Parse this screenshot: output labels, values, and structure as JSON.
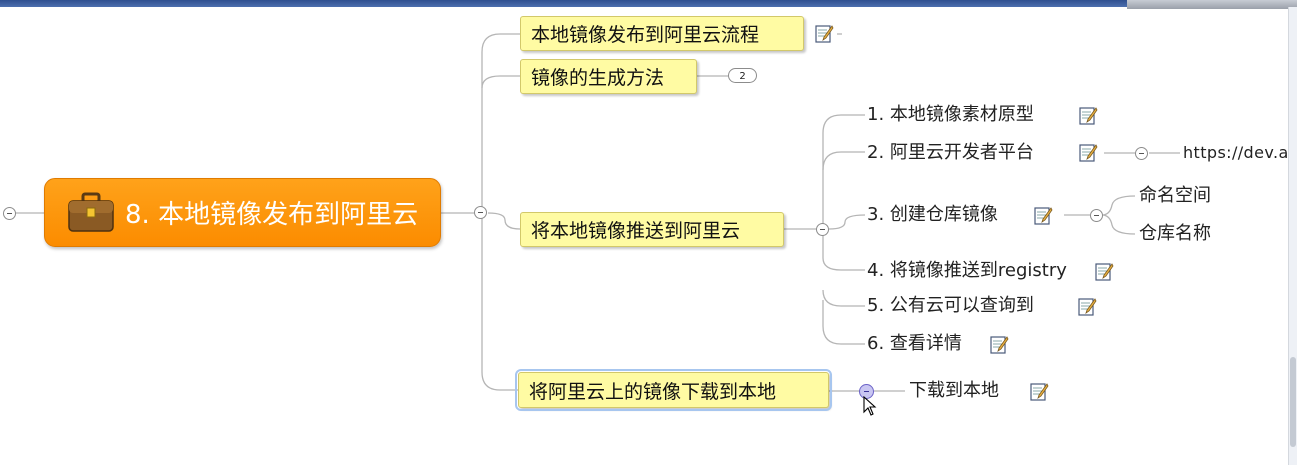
{
  "central": {
    "label": "8. 本地镜像发布到阿里云",
    "icon": "briefcase-icon"
  },
  "topics": {
    "t1": {
      "label": "本地镜像发布到阿里云流程",
      "has_note": true
    },
    "t2": {
      "label": "镜像的生成方法",
      "collapsed_count": "2"
    },
    "t3": {
      "label": "将本地镜像推送到阿里云",
      "subtopics": {
        "s1": "1. 本地镜像素材原型",
        "s2": "2. 阿里云开发者平台",
        "s2_child": "https://dev.a",
        "s3": "3. 创建仓库镜像",
        "s3_child1": "命名空间",
        "s3_child2": "仓库名称",
        "s4": "4. 将镜像推送到registry",
        "s5": "5. 公有云可以查询到",
        "s6": "6. 查看详情"
      }
    },
    "t4": {
      "label": "将阿里云上的镜像下载到本地",
      "child": "下载到本地"
    }
  },
  "colors": {
    "central_fill": "#fb9a0d",
    "topic_fill": "#fffba3",
    "line": "#b5b5b5",
    "title_bar": "#3a5a9a"
  }
}
